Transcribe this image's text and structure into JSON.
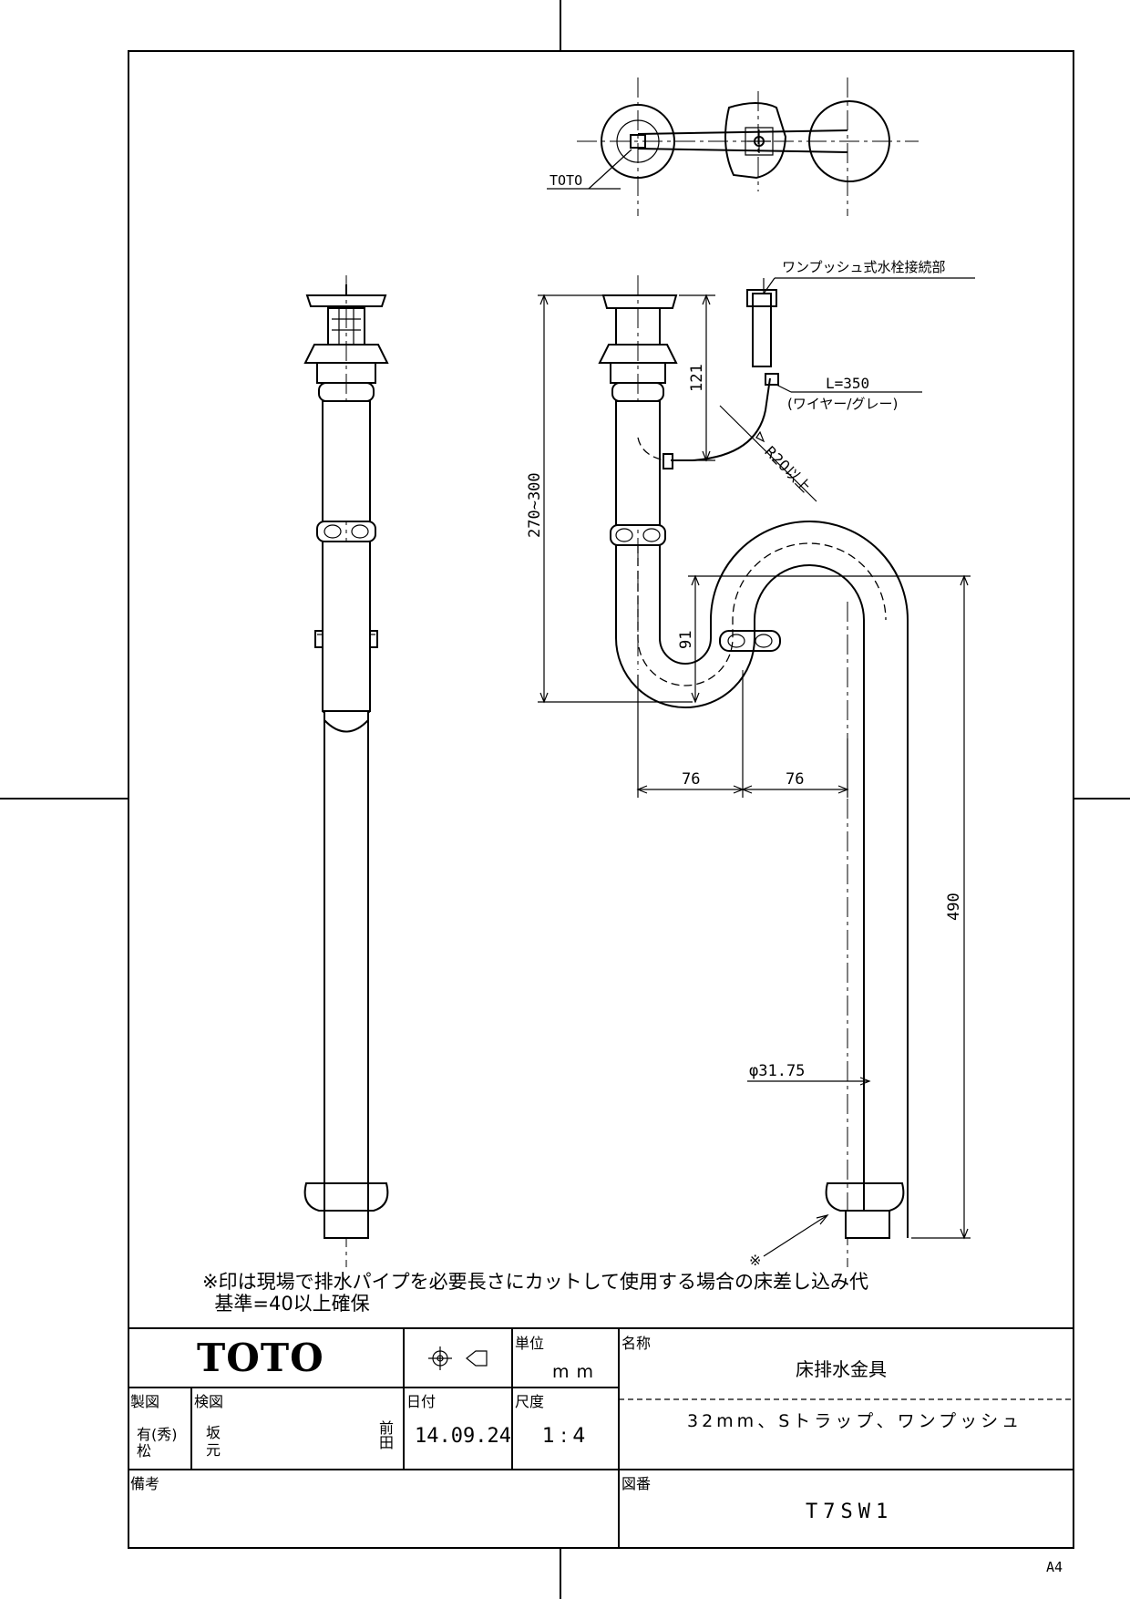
{
  "drawing": {
    "top_view_label": "TOTO",
    "callout_connector": "ワンプッシュ式水栓接続部",
    "wire_length": "L=350",
    "wire_type": "(ワイヤー/グレー)",
    "bend_radius": "R20以上",
    "dim_121": "121",
    "dim_270_300": "270~300",
    "dim_91": "91",
    "dim_76_left": "76",
    "dim_76_right": "76",
    "dim_490": "490",
    "dim_diameter": "φ31.75",
    "cut_mark": "※"
  },
  "note": {
    "line1": "※印は現場で排水パイプを必要長さにカットして使用する場合の床差し込み代",
    "line2": "基準=40以上確保"
  },
  "title_block": {
    "logo": "TOTO",
    "unit_label": "単位",
    "unit_value": "mm",
    "name_label": "名称",
    "name_value": "床排水金具",
    "drawn_label": "製図",
    "drawn_by_1": "有(秀)",
    "drawn_by_2": "松",
    "checked_label": "検図",
    "checked_by_1": "坂",
    "checked_by_2": "元",
    "approved_by": "前田",
    "date_label": "日付",
    "date_value": "14.09.24",
    "scale_label": "尺度",
    "scale_value": "1:4",
    "description": "32mm、Sトラップ、ワンプッシュ",
    "remarks_label": "備考",
    "drawing_no_label": "図番",
    "drawing_no": "T7SW1"
  },
  "sheet_size": "A4"
}
